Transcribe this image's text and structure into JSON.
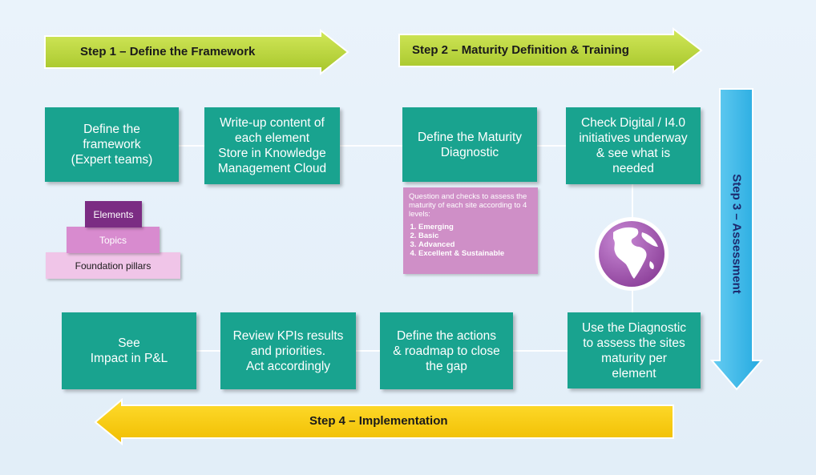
{
  "steps": {
    "step1": "Step 1 –  Define the Framework",
    "step2": "Step 2 – Maturity Definition & Training",
    "step3": "Step 3 – Assessment",
    "step4": "Step 4 – Implementation"
  },
  "boxes": {
    "define_framework": "Define the\nframework\n(Expert teams)",
    "write_up": "Write-up content of\neach element\nStore in Knowledge\nManagement Cloud",
    "define_maturity": "Define the Maturity\nDiagnostic",
    "check_digital": "Check Digital / I4.0\ninitiatives underway\n& see what is\nneeded",
    "use_diagnostic": "Use the Diagnostic\nto assess the sites\nmaturity per\nelement",
    "define_actions": "Define the actions\n& roadmap to close\nthe gap",
    "review_kpis": "Review KPIs results\nand priorities.\nAct accordingly",
    "see_impact": "See\nImpact in P&L"
  },
  "pyramid": {
    "top": "Elements",
    "middle": "Topics",
    "bottom": "Foundation pillars"
  },
  "maturity": {
    "intro": "Question and checks to assess the maturity of each site according to 4 levels:",
    "levels": [
      "Emerging",
      "Basic",
      "Advanced",
      "Excellent & Sustainable"
    ]
  },
  "colors": {
    "green_arrow": "#b5d334",
    "blue_arrow": "#3ab7e8",
    "yellow_arrow": "#f5cc00",
    "teal_box": "#19a38f",
    "pink_box": "#cf8fc7",
    "purple": "#7b2c83"
  },
  "icons": {
    "globe": "globe-icon"
  }
}
